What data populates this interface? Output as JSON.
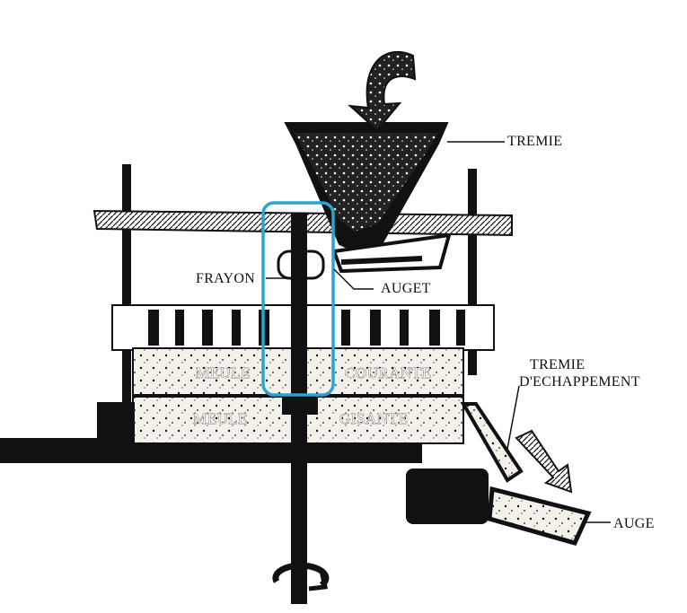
{
  "labels": {
    "tremie": "TREMIE",
    "frayon": "FRAYON",
    "auget": "AUGET",
    "meule_courante_left": "MEULE",
    "meule_courante_right": "COURANTE",
    "meule_gisante_left": "MEULE",
    "meule_gisante_right": "GISANTE",
    "tremie_echappement_line1": "TREMIE",
    "tremie_echappement_line2": "D'ECHAPPEMENT",
    "auge": "AUGE"
  },
  "colors": {
    "ink": "#111111",
    "paper": "#ffffff",
    "stone": "#f4f1ea",
    "highlight": "#2aa3d6"
  },
  "icons": {
    "input_arrow": "curved-down-arrow-icon",
    "output_arrow": "diagonal-down-arrow-icon",
    "rotation": "rotation-arrow-icon"
  }
}
